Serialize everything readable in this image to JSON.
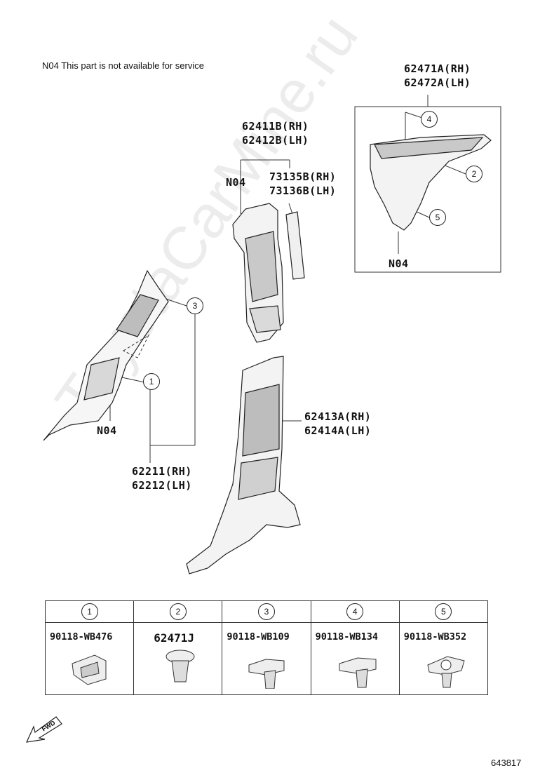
{
  "note": "N04  This part is not available for service",
  "labels": {
    "l62471": [
      "62471A(RH)",
      "62472A(LH)"
    ],
    "l62411": [
      "62411B(RH)",
      "62412B(LH)"
    ],
    "l73135": [
      "73135B(RH)",
      "73136B(LH)"
    ],
    "l62413": [
      "62413A(RH)",
      "62414A(LH)"
    ],
    "l62211": [
      "62211(RH)",
      "62212(LH)"
    ],
    "n04": "N04"
  },
  "callouts": [
    "1",
    "2",
    "3",
    "4",
    "5"
  ],
  "table": {
    "columns": [
      {
        "num": "1",
        "part": "90118-WB476",
        "icon": "clip-icon"
      },
      {
        "num": "2",
        "part": "62471J",
        "icon": "push-clip-icon"
      },
      {
        "num": "3",
        "part": "90118-WB109",
        "icon": "clip-icon"
      },
      {
        "num": "4",
        "part": "90118-WB134",
        "icon": "clip-icon"
      },
      {
        "num": "5",
        "part": "90118-WB352",
        "icon": "clip-icon"
      }
    ]
  },
  "fwd": "FWD",
  "image_number": "643817",
  "watermark": "ToyotaCarMine.ru"
}
